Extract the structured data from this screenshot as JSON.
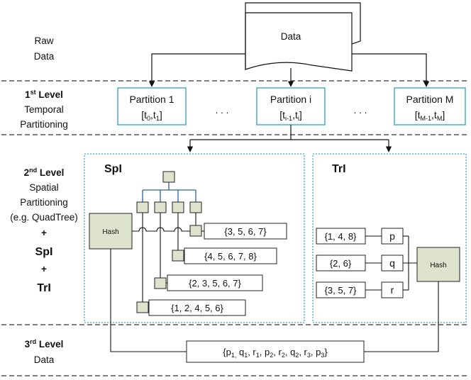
{
  "source": {
    "label": "Data"
  },
  "levels": {
    "raw": {
      "line1": "Raw",
      "line2": "Data"
    },
    "first": {
      "num": "1",
      "sup": "st",
      "title": " Level",
      "line2": "Temporal",
      "line3": "Partitioning"
    },
    "second": {
      "num": "2",
      "sup": "nd",
      "title": " Level",
      "line2": "Spatial",
      "line3": "Partitioning",
      "line4": "(e.g. QuadTree)",
      "plus1": "+",
      "spi": "SpI",
      "plus2": "+",
      "tri": "TrI"
    },
    "third": {
      "num": "3",
      "sup": "rd",
      "title": " Level",
      "line2": "Data"
    }
  },
  "partitions": [
    {
      "name": "Partition 1",
      "open": "[t",
      "a": "0",
      "sep": ",t",
      "b": "1",
      "close": "]"
    },
    {
      "name": "Partition i",
      "open": "[t",
      "a": "i-1",
      "sep": ",t",
      "b": "i",
      "close": "]"
    },
    {
      "name": "Partition M",
      "open": "[t",
      "a": "M-1",
      "sep": ",t",
      "b": "M",
      "close": "]"
    }
  ],
  "ellipsis": ". . .",
  "spi_panel": {
    "title": "SpI",
    "hash": "Hash",
    "sets": [
      "{3, 5, 6, 7}",
      "{4, 5, 6, 7, 8}",
      "{2, 3, 5, 6, 7}",
      "{1, 2, 4, 5, 6}"
    ]
  },
  "tri_panel": {
    "title": "TrI",
    "hash": "Hash",
    "rows": [
      {
        "set": "{1, 4, 8}",
        "key": "p"
      },
      {
        "set": "{2, 6}",
        "key": "q"
      },
      {
        "set": "{3, 5, 7}",
        "key": "r"
      }
    ]
  },
  "third_data": {
    "open": "{",
    "items": [
      {
        "v": "p",
        "s": "1,"
      },
      {
        "v": " q",
        "s": "1"
      },
      {
        "v": ", r",
        "s": "1"
      },
      {
        "v": ", p",
        "s": "2"
      },
      {
        "v": ", r",
        "s": "2"
      },
      {
        "v": ", q",
        "s": "2"
      },
      {
        "v": ", r",
        "s": "3"
      },
      {
        "v": ", p",
        "s": "3"
      }
    ],
    "close": "}"
  },
  "colors": {
    "node_fill": "#dde3cc",
    "hash_fill": "#dde3cc",
    "partition_border": "#3fa7c7",
    "panel_border": "#3fa7c7",
    "tree_lines": "#2f5f9e"
  }
}
